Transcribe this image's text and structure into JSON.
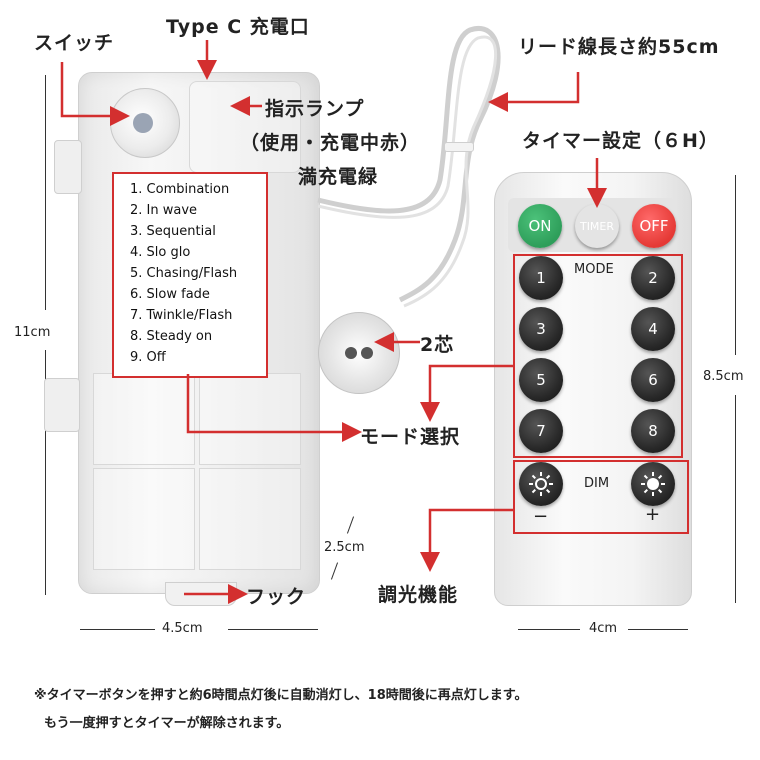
{
  "labels": {
    "switch": "スイッチ",
    "type_c": "Type C 充電口",
    "lead_wire": "リード線長さ約55cm",
    "indicator_line1": "指示ランプ",
    "indicator_line2": "（使用・充電中赤）",
    "indicator_line3": "満充電緑",
    "timer_setting": "タイマー設定（６H）",
    "two_core": "2芯",
    "mode_select": "モード選択",
    "hook": "フック",
    "dimming": "調光機能"
  },
  "dimensions": {
    "height_box": "11cm",
    "depth_box": "2.5cm",
    "width_box": "4.5cm",
    "height_remote": "8.5cm",
    "width_remote": "4cm"
  },
  "modes": [
    "1. Combination",
    "2. In wave",
    "3. Sequential",
    "4. Slo glo",
    "5. Chasing/Flash",
    "6. Slow fade",
    "7. Twinkle/Flash",
    "8. Steady on",
    "9. Off"
  ],
  "remote": {
    "on": "ON",
    "timer": "TIMER",
    "off": "OFF",
    "mode": "MODE",
    "numbers": [
      "1",
      "2",
      "3",
      "4",
      "5",
      "6",
      "7",
      "8"
    ],
    "dim": "DIM",
    "minus": "−",
    "plus": "+"
  },
  "note": {
    "line1": "※タイマーボタンを押すと約6時間点灯後に自動消灯し、18時間後に再点灯します。",
    "line2": "もう一度押すとタイマーが解除されます。"
  },
  "colors": {
    "accent_red": "#d32f2f",
    "on_green": "#2e9e5a",
    "off_red": "#e53935",
    "button_dark": "#2a2a2a"
  }
}
